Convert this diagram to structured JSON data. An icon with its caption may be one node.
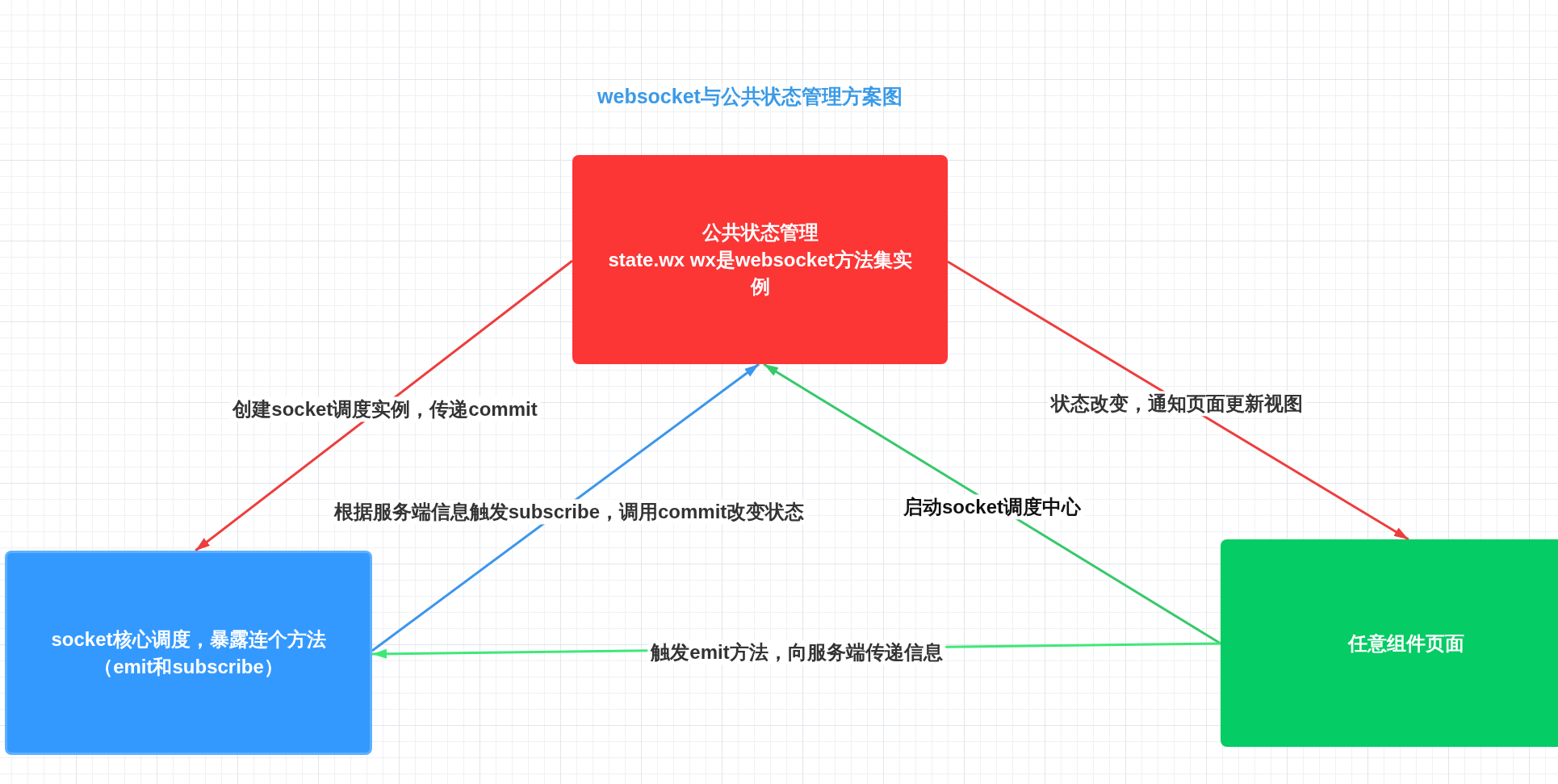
{
  "diagram": {
    "title": "websocket与公共状态管理方案图",
    "nodes": [
      {
        "text": [
          "公共状态管理",
          "state.wx wx是websocket方法集实例"
        ]
      },
      {
        "text": [
          "socket核心调度，暴露连个方法（emit和subscribe）"
        ]
      },
      {
        "text": [
          "任意组件页面"
        ]
      }
    ],
    "edges": [
      {
        "from": 0,
        "to": 1,
        "arrow": "to",
        "label": "创建socket调度实例，传递commit",
        "color": "#ee3d3d"
      },
      {
        "from": 0,
        "to": 2,
        "arrow": "to",
        "label": "状态改变，通知页面更新视图",
        "color": "#ee3d3d"
      },
      {
        "from": 1,
        "to": 0,
        "arrow": "to",
        "label": "根据服务端信息触发subscribe，调用commit改变状态",
        "color": "#3c96ec"
      },
      {
        "from": 2,
        "to": 0,
        "arrow": "to",
        "label": "启动socket调度中心",
        "color": "#36c96a"
      },
      {
        "from": 2,
        "to": 1,
        "arrow": "to",
        "label": "触发emit方法，向服务端传递信息",
        "color": "#3ee878"
      }
    ]
  }
}
